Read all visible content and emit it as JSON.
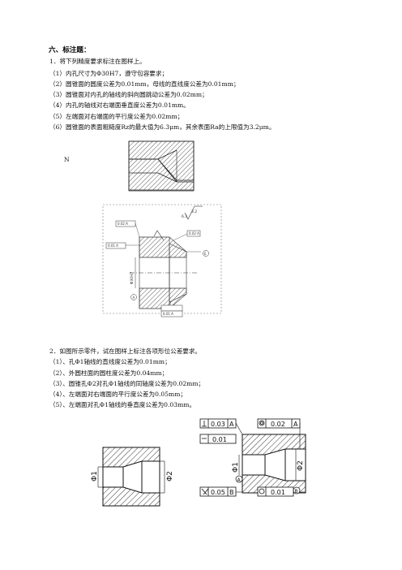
{
  "section": {
    "heading": "六、标注题："
  },
  "q1": {
    "title": "1．将下列精度要求标注在图样上。",
    "items": [
      "（1）内孔尺寸为Φ30H7，遵守包容要求；",
      "（2）圆锥面的圆度公差为0.01mm，母线的直线度公差为0.01mm；",
      "（3）圆锥面对内孔的轴线的斜向圆跳动公差为0.02mm；",
      "（4）内孔的轴线对右端面垂直度公差为0.01mm。",
      "（5）左端面对右端面的平行度公差为0.02mm；",
      "（6）圆锥面的表面粗糙度Rz的最大值为6.3μm，其余表面Ra的上限值为3.2μm。"
    ],
    "stray_mark": "N",
    "answer": {
      "roughness_other": "3.2",
      "roughness_cone": "6.3",
      "hole_dim": "Φ30H7",
      "fcf_top_left": "0.02 A",
      "fcf_left": "0.01 A",
      "fcf_cone": "0.02 A",
      "fcf_bottom": "0.01 A",
      "datum": "A",
      "envelope": "E"
    }
  },
  "q2": {
    "title": "2．如图所示零件，试在图样上标注各项形位公差要求。",
    "items": [
      "（1）、孔Φ1轴线的直线度公差为0.01mm；",
      "（2）、外圆柱面的圆柱度公差为0.04mm；",
      "（3）、圆锥孔Φ2对孔Φ1轴线的同轴度公差为0.02mm；",
      "（4）、左端面对右端面的平行度公差为0.05mm；",
      "（5）、左端面对孔Φ1轴线的垂直度公差为0.03mm。"
    ],
    "dia1": "Φ1",
    "dia2": "Φ2",
    "answer": {
      "perp_value": "0.03",
      "perp_datum": "A",
      "straight_value": "0.01",
      "coax_value": "0.02",
      "coax_datum": "A",
      "parallel_value": "0.05",
      "parallel_datum": "B",
      "cyl_value": "0.01",
      "dia1": "Φ1",
      "dia2": "Φ2",
      "datum_a": "A",
      "datum_b": "B"
    }
  }
}
